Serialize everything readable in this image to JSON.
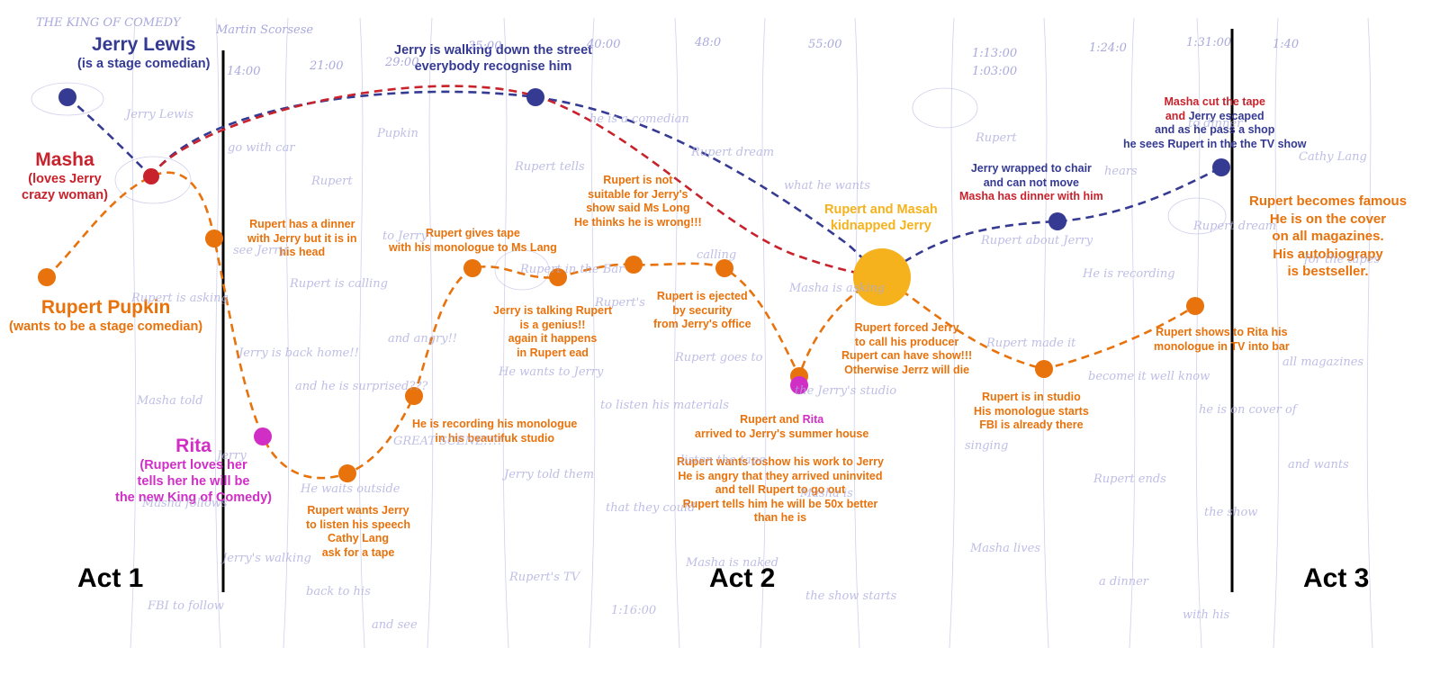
{
  "acts": [
    "Act 1",
    "Act 2",
    "Act 3"
  ],
  "colors": {
    "jerry": "#353a93",
    "masha": "#c8222c",
    "rupert": "#e8720c",
    "rita": "#d12ec6",
    "kidnap": "#f5b21c",
    "sketch": "#a9a9de",
    "divider": "#000000"
  },
  "characters": {
    "jerry": {
      "name": "Jerry Lewis",
      "desc": "(is a stage comedian)"
    },
    "masha": {
      "name": "Masha",
      "desc1": "(loves Jerry",
      "desc2": "crazy woman)"
    },
    "rupert": {
      "name": "Rupert Pupkin",
      "desc": "(wants to be a stage comedian)"
    },
    "rita": {
      "name": "Rita",
      "desc1": "(Rupert loves her",
      "desc2": "tells her he will be",
      "desc3": "the new King of Comedy)"
    }
  },
  "events": {
    "jerry_walking": [
      "Jerry is walking down the street",
      "everybody  recognise him"
    ],
    "rupert_dinner": [
      "Rupert has a dinner",
      "with Jerry but it is in",
      "his head"
    ],
    "rupert_listen": [
      "Rupert wants Jerry",
      "to listen his speech",
      "Cathy Lang",
      "ask for a tape"
    ],
    "recording": [
      "He is recording  his monologue",
      "in his beautifuk studio"
    ],
    "gives_tape": [
      "Rupert gives tape",
      "with his monologue to Ms Lang"
    ],
    "genius": [
      "Jerry is talking Rupert",
      "is a genius!!",
      "again it happens",
      "in Rupert ead"
    ],
    "not_suitable": [
      "Rupert is not",
      "suitable for Jerry's",
      "show said Ms Long",
      "He thinks he is wrong!!!"
    ],
    "ejected": [
      "Rupert is ejected",
      "by security",
      "from Jerry's office"
    ],
    "summer_house_pre": "Rupert and ",
    "summer_house_rita": "Rita",
    "summer_house_post": "arrived to Jerry's summer house",
    "show_work": [
      "Rupert wants toshow his work to Jerry",
      "He is angry that they arrived uninvited",
      "and tell Rupert to go out",
      "Rupert tells him he will be 50x better",
      "than he is"
    ],
    "kidnapped": [
      "Rupert and Masah",
      "kidnapped Jerry"
    ],
    "forced": [
      "Rupert forced Jerry",
      "to call his producer",
      "Rupert can have show!!!",
      "Otherwise Jerrz will die"
    ],
    "wrapped_blue": [
      "Jerry wrapped to chair",
      "and can not move"
    ],
    "wrapped_red": "Masha has dinner with him",
    "studio": [
      "Rupert is in studio",
      "His monologue starts",
      "FBI is already there"
    ],
    "masha_cut_red1": "Masha cut the tape",
    "masha_cut_red2": "and ",
    "masha_cut_blue2": "Jerry escaped",
    "masha_cut_blue3": [
      "and as he pass a shop",
      "he sees Rupert in the the TV show"
    ],
    "shows_rita": [
      "Rupert shows to Rita his",
      "monologue in TV into bar"
    ],
    "famous": [
      "Rupert becomes famous",
      "He is on the cover",
      "on all magazines.",
      "His autobiograpy",
      "is bestseller."
    ]
  },
  "sketch": {
    "corner": "THE KING OF COMEDY",
    "director": "Martin Scorsese",
    "timestamps": [
      "14:00",
      "21:00",
      "29:00",
      "35:00",
      "40:00",
      "48:0",
      "55:00",
      "1:03:00",
      "1:13:00",
      "1:24:0",
      "1:31:00",
      "1:40"
    ],
    "notes": [
      "Jerry Lewis",
      "go with car",
      "Rupert",
      "Pupkin",
      "Rupert tells",
      "he is a comedian",
      "Rupert dream",
      "what he wants",
      "Rupert",
      "hears",
      "to dinner",
      "Cathy Lang",
      "Rupert is asking",
      "see Jerry",
      "Rupert is calling",
      "to Jerry",
      "Rupert in the Bar",
      "Rupert's",
      "calling",
      "Masha is asking",
      "Rupert about Jerry",
      "He is recording",
      "Rupert dream",
      "for the tapes",
      "Masha told",
      "Jerry is back home!!",
      "and he is surprised???",
      "and angry!!",
      "He wants to Jerry",
      "to listen his materials",
      "Rupert goes to",
      "the Jerry's studio",
      "Rupert made it",
      "become it well know",
      "he is on cover of",
      "all magazines",
      "Masha follows",
      "Jerry",
      "He waits outside",
      "GREAT SCENE!!!!",
      "Jerry told them",
      "that they could",
      "listen the tape",
      "Masha is",
      "singing",
      "Rupert ends",
      "the show",
      "and wants",
      "FBI to follow",
      "Jerry's walking",
      "back to his",
      "and see",
      "Rupert's TV",
      "1:16:00",
      "Masha is naked",
      "the show starts",
      "Masha lives",
      "a dinner",
      "with his"
    ]
  }
}
